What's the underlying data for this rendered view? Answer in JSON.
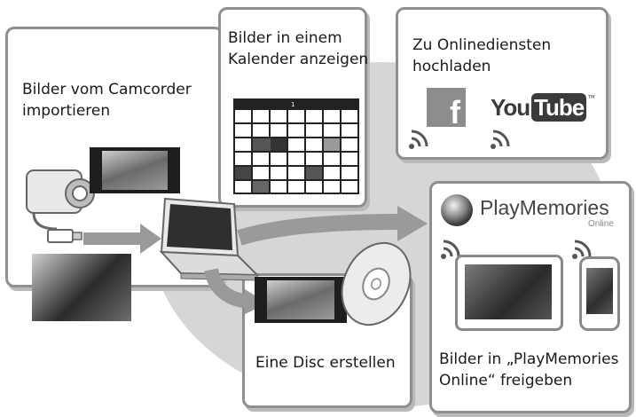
{
  "import": {
    "title": "Bilder vom Camcorder importieren"
  },
  "calendar": {
    "title": "Bilder in einem Kalender anzeigen",
    "month": "1"
  },
  "upload": {
    "title": "Zu Onlinediensten hochladen",
    "facebook_letter": "f",
    "youtube_you": "You",
    "youtube_tube": "Tube",
    "youtube_tm": "TM"
  },
  "disc": {
    "title": "Eine Disc erstellen"
  },
  "playmemories": {
    "brand": "PlayMemories",
    "brand_sub": "Online",
    "title": "Bilder in „PlayMemories Online“ freigeben"
  },
  "colors": {
    "card_border": "#8f8f8f",
    "blob": "#d6d6d6",
    "arrow": "#9a9a9a",
    "photo_dark": "#2a2a2a"
  }
}
